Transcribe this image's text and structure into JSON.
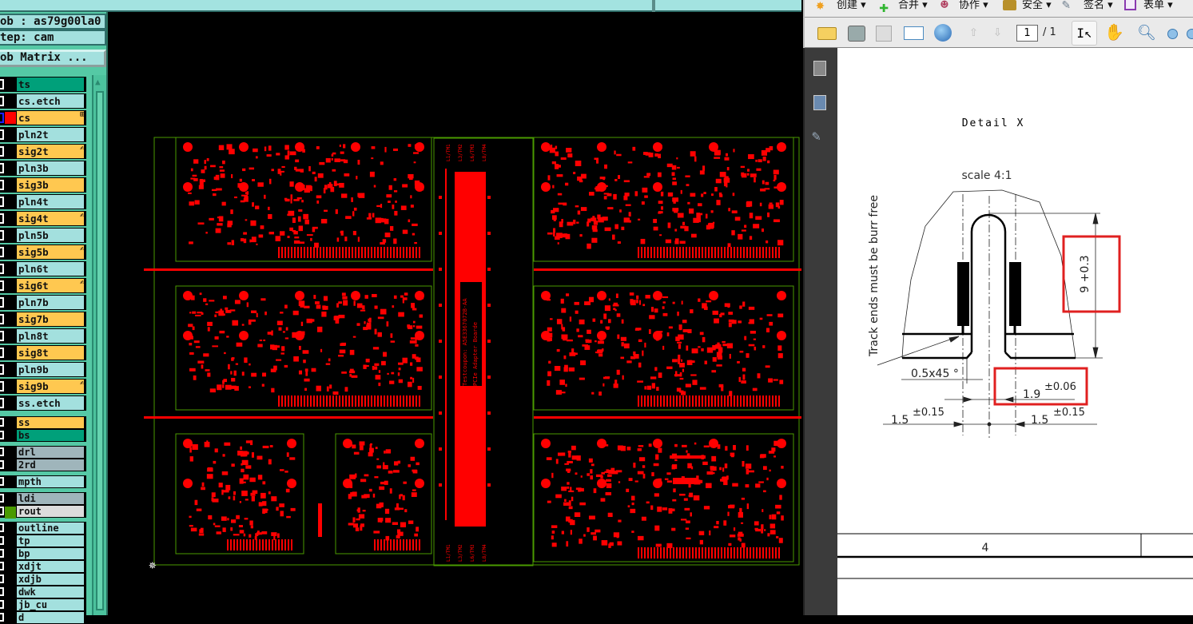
{
  "cam": {
    "job_label": "ob : as79g00la0",
    "step_label": "tep: cam",
    "matrix_button": "ob Matrix ...",
    "layers": [
      {
        "name": "ts",
        "color": "#00a07a"
      },
      {
        "name": "cs.etch",
        "color": "#a3e0de"
      },
      {
        "name": "cs",
        "color": "#ffc850",
        "marker": "⊞",
        "swatch": "#ff0000",
        "active": true
      },
      {
        "name": "pln2t",
        "color": "#a3e0de"
      },
      {
        "name": "sig2t",
        "color": "#ffc850",
        "marker": "✍"
      },
      {
        "name": "pln3b",
        "color": "#a3e0de"
      },
      {
        "name": "sig3b",
        "color": "#ffc850"
      },
      {
        "name": "pln4t",
        "color": "#a3e0de"
      },
      {
        "name": "sig4t",
        "color": "#ffc850",
        "marker": "✍"
      },
      {
        "name": "pln5b",
        "color": "#a3e0de"
      },
      {
        "name": "sig5b",
        "color": "#ffc850",
        "marker": "✍"
      },
      {
        "name": "pln6t",
        "color": "#a3e0de"
      },
      {
        "name": "sig6t",
        "color": "#ffc850",
        "marker": "✍"
      },
      {
        "name": "pln7b",
        "color": "#a3e0de"
      },
      {
        "name": "sig7b",
        "color": "#ffc850"
      },
      {
        "name": "pln8t",
        "color": "#a3e0de"
      },
      {
        "name": "sig8t",
        "color": "#ffc850"
      },
      {
        "name": "pln9b",
        "color": "#a3e0de"
      },
      {
        "name": "sig9b",
        "color": "#ffc850",
        "marker": "✍"
      },
      {
        "name": "ss.etch",
        "color": "#a3e0de"
      },
      {
        "name": "ss",
        "color": "#ffc850"
      },
      {
        "name": "bs",
        "color": "#00a07a"
      },
      {
        "name": "drl",
        "color": "#9fb5bb"
      },
      {
        "name": "2rd",
        "color": "#9fb5bb"
      },
      {
        "name": "mpth",
        "color": "#a3e0de"
      },
      {
        "name": "ldi",
        "color": "#9fb5bb"
      },
      {
        "name": "rout",
        "color": "#dcdcdc",
        "swatch": "#4a9a00"
      },
      {
        "name": "outline",
        "color": "#a3e0de"
      },
      {
        "name": "tp",
        "color": "#a3e0de"
      },
      {
        "name": "bp",
        "color": "#a3e0de"
      },
      {
        "name": "xdjt",
        "color": "#a3e0de"
      },
      {
        "name": "xdjb",
        "color": "#a3e0de"
      },
      {
        "name": "dwk",
        "color": "#a3e0de"
      },
      {
        "name": "jb_cu",
        "color": "#a3e0de"
      },
      {
        "name": "d",
        "color": "#a3e0de"
      }
    ],
    "coupon_text_1": "Testcoupon: A5E3367072B-AA",
    "coupon_text_2": "PCIe Adapter Boarde",
    "coupon_labels_top": [
      "L1/TM1",
      "L3/TM2",
      "L6/TM3",
      "L8/TM4"
    ],
    "coupon_labels_bottom": [
      "L1/TM1",
      "L3/TM2",
      "L6/TM3",
      "L8/TM4"
    ]
  },
  "pdf": {
    "menu": [
      "创建 ▾",
      "合并 ▾",
      "协作 ▾",
      "安全 ▾",
      "签名 ▾",
      "表单 ▾"
    ],
    "page_current": "1",
    "page_total": "/ 1",
    "drawing": {
      "title": "Detail X",
      "scale": "scale 4:1",
      "note": "Track ends must be burr free",
      "dim_height": "9 +0.3",
      "dim_chamfer": "0.5x45 °",
      "dim_slot": "1.9",
      "dim_slot_tol": "±0.06",
      "dim_left": "1.5",
      "dim_left_tol": "±0.15",
      "dim_right": "1.5",
      "dim_right_tol": "±0.15",
      "sheet_number": "4"
    }
  },
  "colors": {
    "copper": "#ff0000",
    "outline": "#4a9a00",
    "highlight": "#e02020"
  }
}
